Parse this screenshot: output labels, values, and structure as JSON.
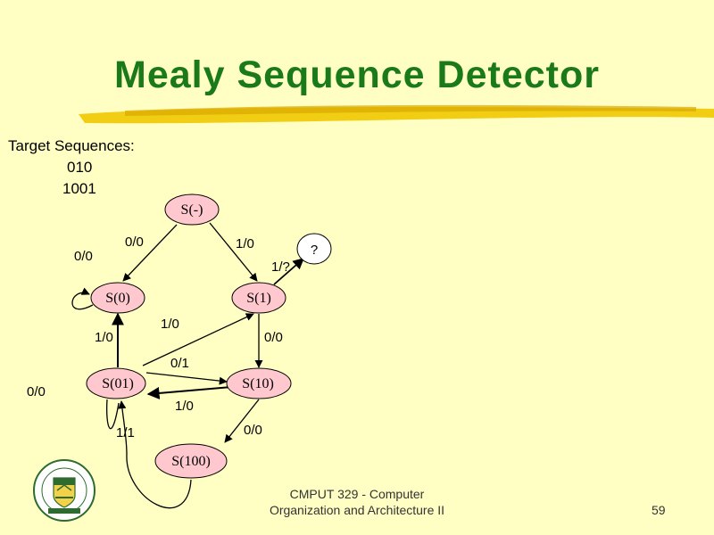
{
  "slide": {
    "title": "Mealy Sequence Detector",
    "targets_heading": "Target Sequences:",
    "targets": [
      "010",
      "1001"
    ],
    "footer_line1": "CMPUT 329 - Computer",
    "footer_line2": "Organization and Architecture II",
    "page_number": "59"
  },
  "diagram": {
    "states": {
      "s_dash": "S(-)",
      "s0": "S(0)",
      "s1": "S(1)",
      "s01": "S(01)",
      "s10": "S(10)",
      "s100": "S(100)",
      "unknown": "?"
    },
    "edges": {
      "dash_to_0": "0/0",
      "dash_to_1": "1/0",
      "one_to_q": "1/?",
      "zero_self": "0/0",
      "zero_01": "1/0",
      "ofone_to_1": "1/0",
      "one_to_10": "0/0",
      "ofone_to_10": "0/1",
      "ten_to_01": "1/0",
      "ten_to_100": "0/0",
      "hundred_to_01": "1/1",
      "ofone_left": "0/0"
    }
  },
  "colors": {
    "title": "#1a7a1a",
    "background": "#ffffc4",
    "state_fill": "#ffc8cf",
    "brush": "#e8c000"
  }
}
